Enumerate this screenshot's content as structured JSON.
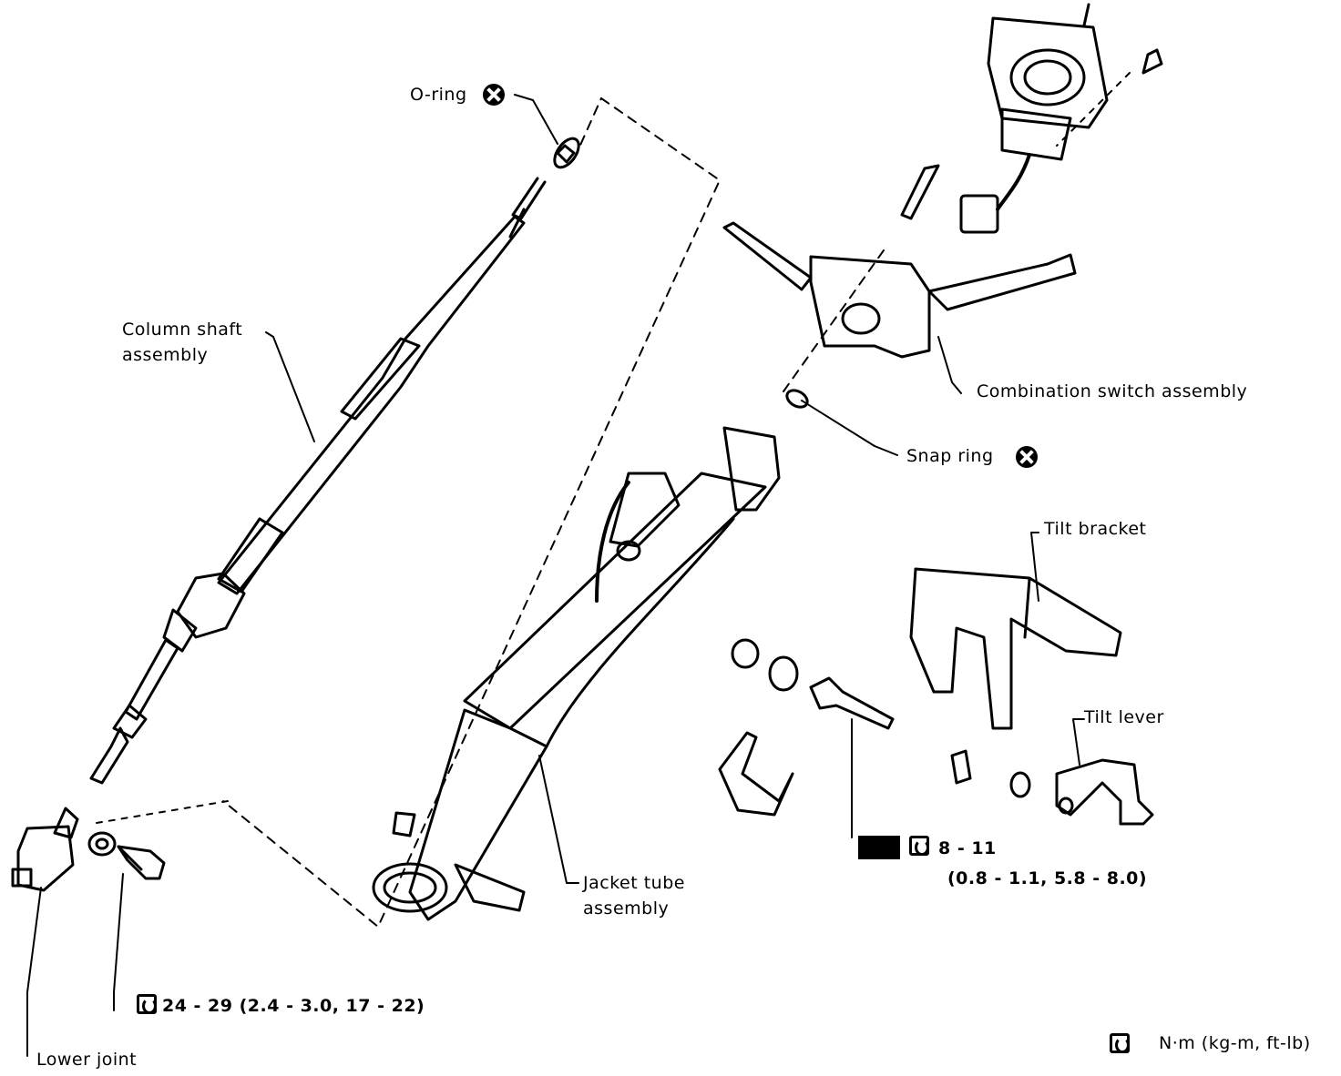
{
  "labels": {
    "o_ring": "O-ring",
    "column_shaft_1": "Column shaft",
    "column_shaft_2": "assembly",
    "combination_switch": "Combination switch assembly",
    "snap_ring": "Snap ring",
    "tilt_bracket": "Tilt bracket",
    "tilt_lever": "Tilt lever",
    "jacket_tube_1": "Jacket tube",
    "jacket_tube_2": "assembly",
    "lower_joint": "Lower joint",
    "torque_lower": "24 - 29 (2.4 - 3.0, 17 - 22)",
    "torque_bolt_1": "8 - 11",
    "torque_bolt_2": "(0.8 - 1.1, 5.8 - 8.0)",
    "legend_units": "N·m (kg-m, ft-lb)"
  }
}
